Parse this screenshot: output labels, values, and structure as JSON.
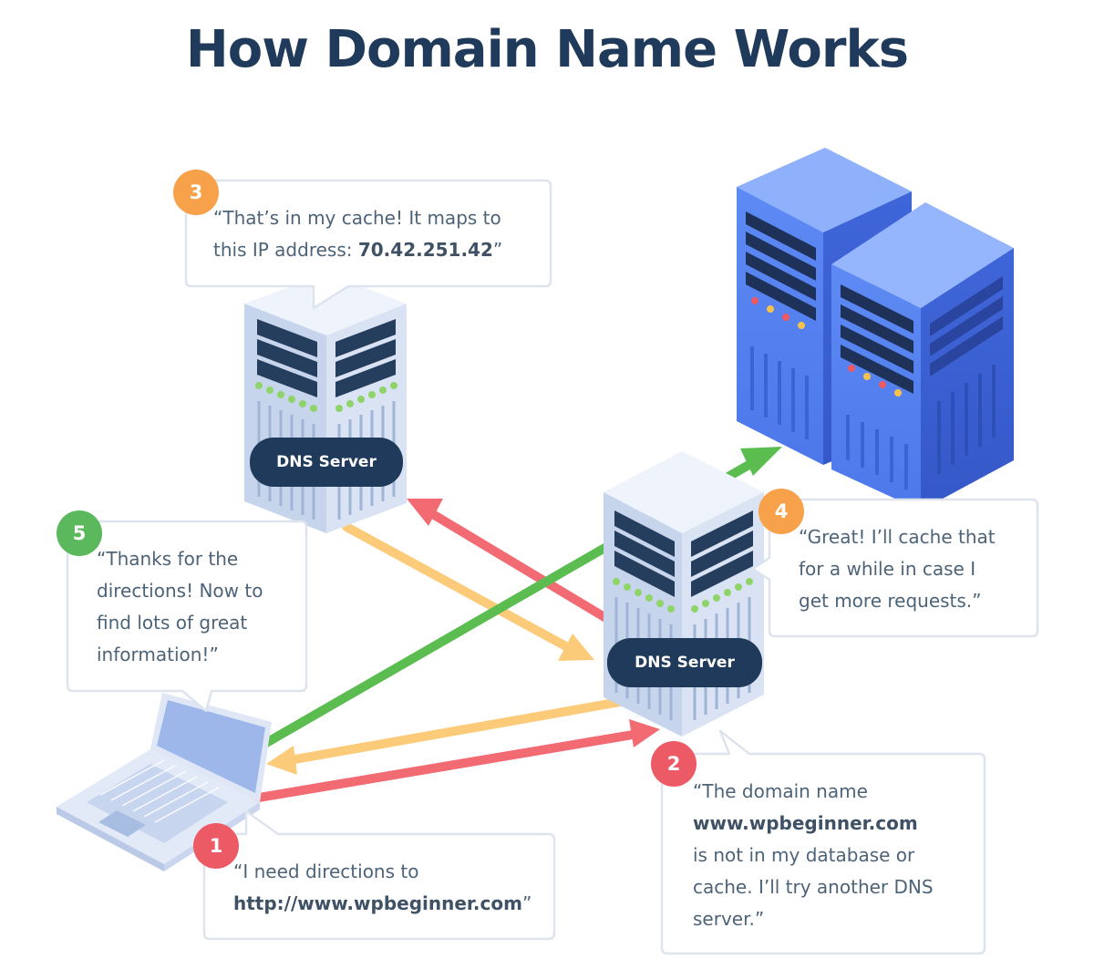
{
  "title": "How Domain Name Works",
  "server_label": "DNS Server",
  "colors": {
    "title": "#1f3a5a",
    "step1": "#ec5a66",
    "step2": "#ec5a66",
    "step3": "#f7a24b",
    "step4": "#f7a24b",
    "step5": "#5cb85c",
    "request_arrow": "#f26b73",
    "reply_arrow": "#fccb7a",
    "connect_arrow": "#5bbd50",
    "server_blue": "#4f7ef0"
  },
  "steps": [
    {
      "number": "1",
      "line1": "“I need directions to",
      "bold": "http://www.wpbeginner.com",
      "end": "”"
    },
    {
      "number": "2",
      "line1": "“The domain name",
      "bold": "www.wpbeginner.com",
      "line3": "is not in my database or",
      "line4": "cache. I’ll try another DNS",
      "line5": "server.”"
    },
    {
      "number": "3",
      "line1": "“That’s in my cache! It maps to",
      "prefix": "this IP address: ",
      "bold": "70.42.251.42",
      "end": "”"
    },
    {
      "number": "4",
      "line1": "“Great! I’ll cache that",
      "line2": "for a while in case I",
      "line3": "get more requests.”"
    },
    {
      "number": "5",
      "line1": "“Thanks for the",
      "line2": "directions! Now to",
      "line3": "find lots of great",
      "line4": "information!”"
    }
  ]
}
